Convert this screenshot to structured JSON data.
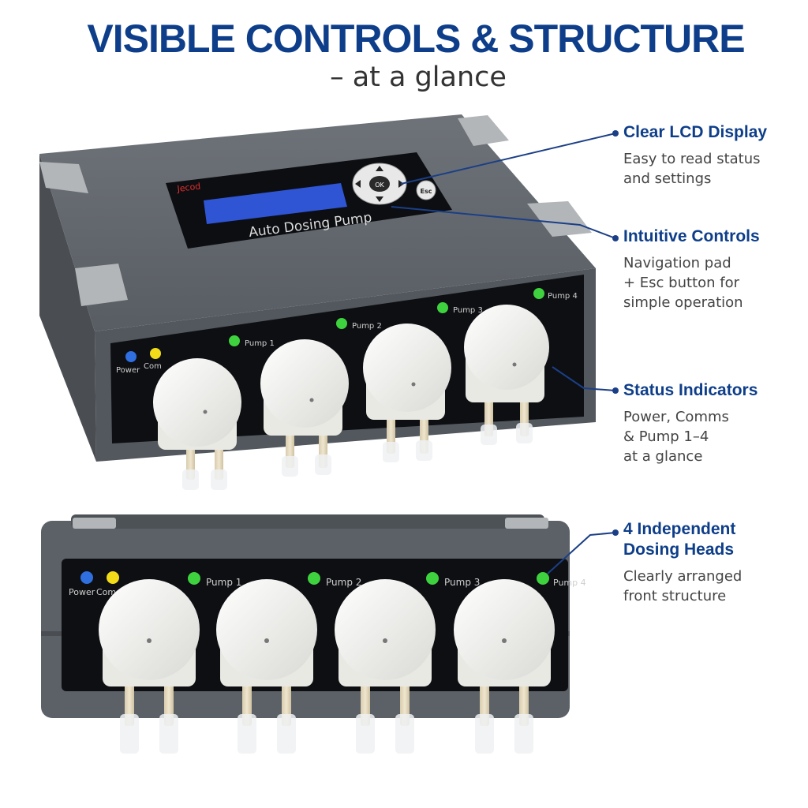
{
  "header": {
    "title": "VISIBLE CONTROLS & STRUCTURE",
    "subtitle": "– at a glance"
  },
  "device": {
    "brand": "Jecod",
    "model_label": "Auto Dosing Pump",
    "esc_label": "Esc",
    "ok_label": "OK",
    "power_label": "Power",
    "comm_label": "Com",
    "pump_labels": [
      "Pump 1",
      "Pump 2",
      "Pump 3",
      "Pump 4"
    ],
    "colors": {
      "housing": "#5c6167",
      "corner_caps": "#b3b6b9",
      "front_panel": "#0d0f12",
      "lcd": "#2f55d4",
      "power_led": "#2f6fe0",
      "comm_led": "#f2dc1a",
      "pump_led": "#3fd23f",
      "pump_head": "#f5f5f2",
      "tubing": "#e6d9bb",
      "callout_lines": "#1b3f86"
    }
  },
  "callouts": [
    {
      "title": "Clear LCD Display",
      "lines": [
        "Easy to read status",
        "and settings"
      ]
    },
    {
      "title": "Intuitive Controls",
      "lines": [
        "Navigation pad",
        "+ Esc button for",
        "simple operation"
      ]
    },
    {
      "title": "Status Indicators",
      "lines": [
        "Power, Comms",
        "& Pump 1–4",
        "at a glance"
      ]
    },
    {
      "title": "4 Independent\nDosing Heads",
      "title_lines": [
        "4 Independent",
        "Dosing Heads"
      ],
      "lines": [
        "Clearly arranged",
        "front structure"
      ]
    }
  ]
}
